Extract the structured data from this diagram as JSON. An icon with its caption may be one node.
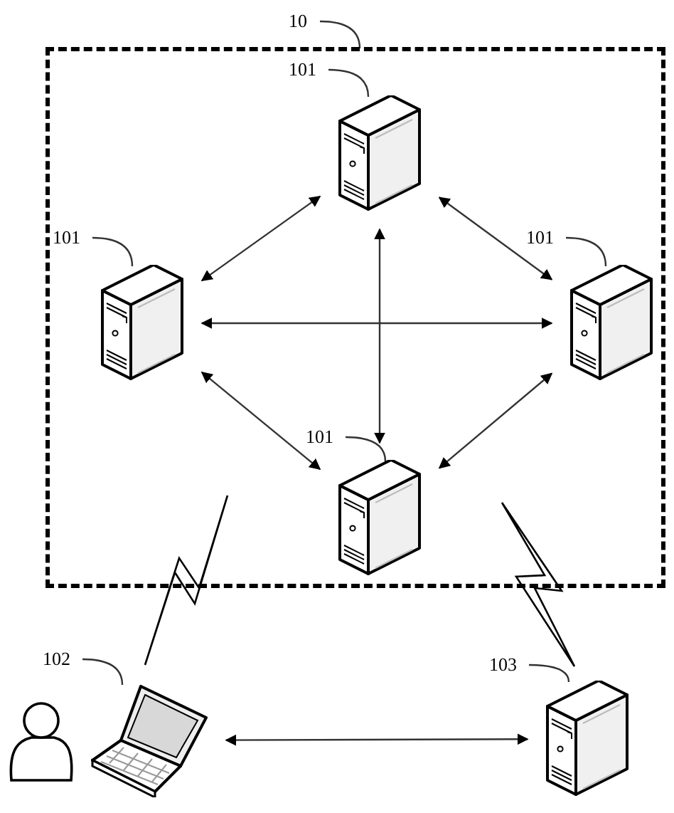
{
  "diagram": {
    "nodes": [
      {
        "text": [
          "10"
        ]
      },
      {
        "text": [],
        "shape": "box"
      },
      {
        "text": [],
        "shape": "server",
        "in": 1
      },
      {
        "text": [],
        "shape": "server",
        "in": 1
      },
      {
        "text": [],
        "shape": "server",
        "in": 1
      },
      {
        "text": [],
        "shape": "server",
        "in": 1
      },
      {
        "text": [],
        "shape": "picture"
      },
      {
        "text": [],
        "shape": "server"
      },
      {
        "text": [
          "101"
        ],
        "in": 1
      },
      {
        "text": [
          "101"
        ],
        "in": 1
      },
      {
        "text": [
          "101"
        ],
        "in": 1
      },
      {
        "text": [
          "101"
        ],
        "in": 1
      },
      {
        "text": [
          "102"
        ]
      },
      {
        "text": [
          "103"
        ]
      }
    ],
    "edges": [
      {
        "from": 0,
        "to": 1,
        "arrow": "none"
      },
      {
        "from": 8,
        "to": 2,
        "arrow": "none"
      },
      {
        "from": 9,
        "to": 3,
        "arrow": "none"
      },
      {
        "from": 10,
        "to": 4,
        "arrow": "none"
      },
      {
        "from": 11,
        "to": 5,
        "arrow": "none"
      },
      {
        "from": 12,
        "to": 6,
        "arrow": "none"
      },
      {
        "from": 13,
        "to": 7,
        "arrow": "none"
      },
      {
        "from": 2,
        "to": 3,
        "arrow": "both"
      },
      {
        "from": 2,
        "to": 4,
        "arrow": "both"
      },
      {
        "from": 3,
        "to": 4,
        "arrow": "both"
      },
      {
        "from": 2,
        "to": 5,
        "arrow": "both"
      },
      {
        "from": 3,
        "to": 5,
        "arrow": "both"
      },
      {
        "from": 4,
        "to": 5,
        "arrow": "both"
      },
      {
        "from": 6,
        "to": 7,
        "arrow": "both"
      }
    ]
  }
}
